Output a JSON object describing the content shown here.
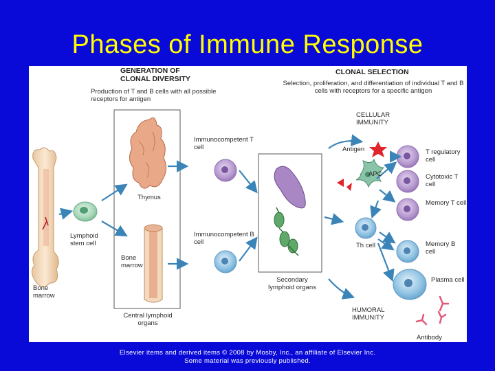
{
  "slide": {
    "title": "Phases of Immune Response"
  },
  "diagram": {
    "generation_header": "GENERATION OF CLONAL DIVERSITY",
    "generation_desc": "Production of T and B cells with all possible receptors for antigen",
    "clonal_header": "CLONAL SELECTION",
    "clonal_desc": "Selection, proliferation, and differentiation of individual T and B cells with receptors for a specific antigen",
    "cellular_immunity": "CELLULAR IMMUNITY",
    "humoral_immunity": "HUMORAL IMMUNITY",
    "bone_marrow": "Bone marrow",
    "lymphoid_stem_cell": "Lymphoid stem cell",
    "thymus": "Thymus",
    "bone_marrow_inner": "Bone marrow",
    "central_lymphoid": "Central lymphoid organs",
    "imm_t_cell": "Immunocompetent T cell",
    "imm_b_cell": "Immunocompetent B cell",
    "secondary_lymphoid": "Secondary lymphoid organs",
    "antigen": "Antigen",
    "apc": "APC",
    "th_cell": "Th cell",
    "t_regulatory": "T regulatory cell",
    "cytotoxic": "Cytotoxic T cell",
    "memory_t": "Memory T cell",
    "memory_b": "Memory B cell",
    "plasma_cell": "Plasma cell",
    "antibody": "Antibody"
  },
  "footer": {
    "line1": "Elsevier items and derived items © 2008 by Mosby, Inc., an affiliate of Elsevier Inc.",
    "line2": "Some material was previously published."
  },
  "colors": {
    "background": "#0a0ad8",
    "title": "#ffff00",
    "arrow": "#3a84b8",
    "t_cell": "#b79ad0",
    "b_cell": "#8fc2e2",
    "stem_cell": "#a8d6b8",
    "antigen": "#e0252c",
    "apc": "#8ac4a8"
  }
}
